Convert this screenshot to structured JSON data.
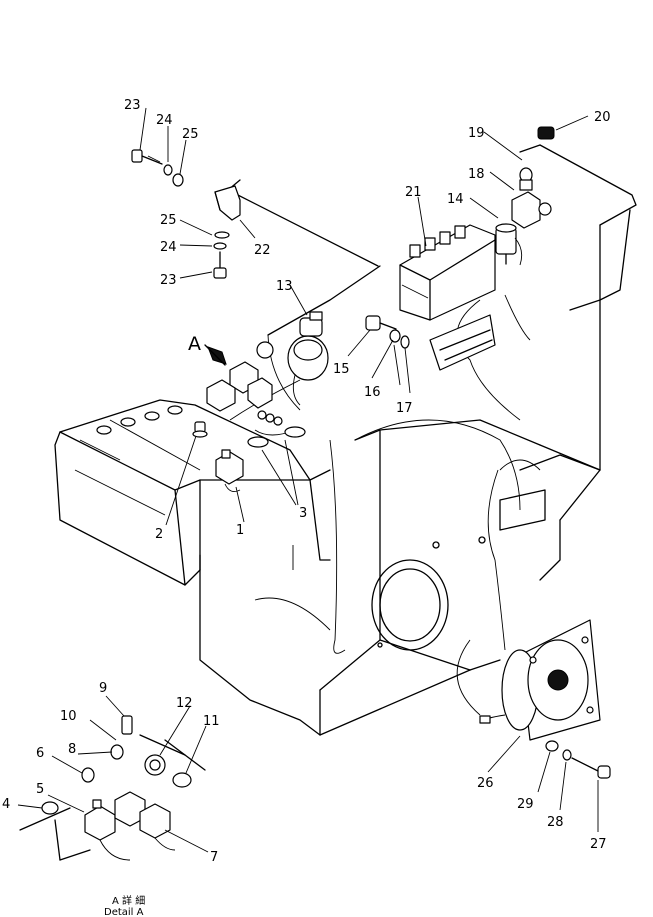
{
  "callouts": {
    "c1": "1",
    "c2": "2",
    "c3": "3",
    "c4": "4",
    "c5": "5",
    "c6": "6",
    "c7": "7",
    "c8": "8",
    "c9": "9",
    "c10": "10",
    "c11": "11",
    "c12": "12",
    "c13": "13",
    "c14": "14",
    "c15": "15",
    "c16": "16",
    "c17": "17",
    "c18": "18",
    "c19": "19",
    "c20": "20",
    "c21": "21",
    "c22": "22",
    "c23a": "23",
    "c23b": "23",
    "c24a": "24",
    "c24b": "24",
    "c25a": "25",
    "c25b": "25",
    "c26": "26",
    "c27": "27",
    "c28": "28",
    "c29": "29"
  },
  "view_marker": "A",
  "detail_caption": {
    "japanese": "A 詳 細",
    "english": "Detail A"
  }
}
